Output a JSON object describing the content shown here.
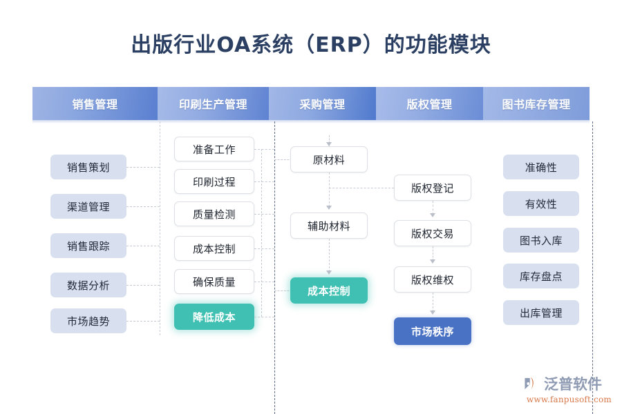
{
  "title": "出版行业OA系统（ERP）的功能模块",
  "theme": {
    "title_color": "#2b3f63",
    "header_blue": "#5a7fd0",
    "node_lavender": "#d8e0f0",
    "node_white": "#ffffff",
    "accent_teal": "#3fc0b2",
    "accent_blue": "#4a72c4",
    "dash_gray": "#c5c9d1",
    "divider_navy": "#5e6b86"
  },
  "columns": [
    {
      "header": "销售管理",
      "nodes": [
        {
          "label": "销售策划",
          "style": "lav"
        },
        {
          "label": "渠道管理",
          "style": "lav"
        },
        {
          "label": "销售跟踪",
          "style": "lav"
        },
        {
          "label": "数据分析",
          "style": "lav"
        },
        {
          "label": "市场趋势",
          "style": "lav"
        }
      ]
    },
    {
      "header": "印刷生产管理",
      "nodes": [
        {
          "label": "准备工作",
          "style": "white"
        },
        {
          "label": "印刷过程",
          "style": "white"
        },
        {
          "label": "质量检测",
          "style": "white"
        },
        {
          "label": "成本控制",
          "style": "white"
        },
        {
          "label": "确保质量",
          "style": "white"
        },
        {
          "label": "降低成本",
          "style": "teal"
        }
      ]
    },
    {
      "header": "采购管理",
      "nodes": [
        {
          "label": "原材料",
          "style": "white"
        },
        {
          "label": "辅助材料",
          "style": "white"
        },
        {
          "label": "成本控制",
          "style": "teal"
        }
      ]
    },
    {
      "header": "版权管理",
      "nodes": [
        {
          "label": "版权登记",
          "style": "white"
        },
        {
          "label": "版权交易",
          "style": "white"
        },
        {
          "label": "版权维权",
          "style": "white"
        },
        {
          "label": "市场秩序",
          "style": "blue"
        }
      ]
    },
    {
      "header": "图书库存管理",
      "nodes": [
        {
          "label": "准确性",
          "style": "lav"
        },
        {
          "label": "有效性",
          "style": "lav"
        },
        {
          "label": "图书入库",
          "style": "lav"
        },
        {
          "label": "库存盘点",
          "style": "lav"
        },
        {
          "label": "出库管理",
          "style": "lav"
        }
      ]
    }
  ],
  "watermark": {
    "brand": "泛普软件",
    "url": "www.fanpusoft.com"
  }
}
